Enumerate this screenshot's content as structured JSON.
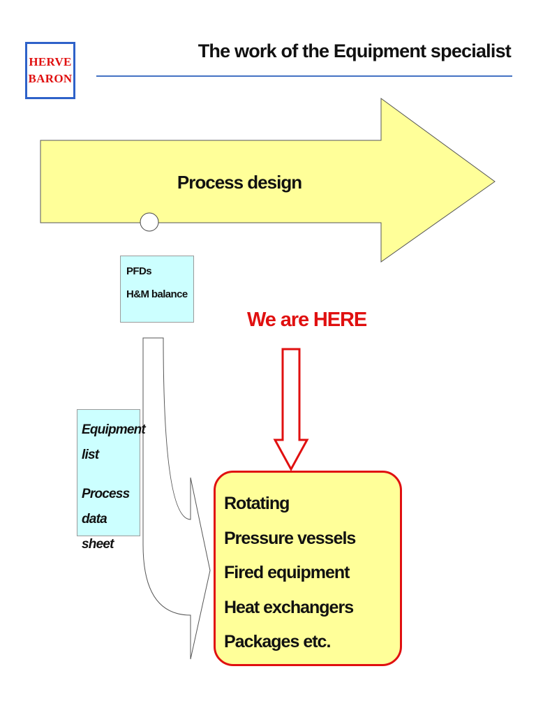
{
  "logo": {
    "line1": "HERVE",
    "line2": "BARON"
  },
  "slide": {
    "title": "The work of the Equipment specialist"
  },
  "process_arrow": {
    "label": "Process design"
  },
  "pfd_box": {
    "items": [
      "PFDs",
      "H&M balance"
    ]
  },
  "equipment_docs_box": {
    "items": [
      "Equipment list",
      "Process data sheet"
    ]
  },
  "marker": {
    "label": "We are HERE"
  },
  "equipment_types": {
    "items": [
      "Rotating",
      "Pressure vessels",
      "Fired equipment",
      "Heat exchangers",
      "Packages etc."
    ]
  },
  "colors": {
    "arrow_fill": "#ffff99",
    "doc_box_fill": "#ccffff",
    "highlight": "#e01010",
    "accent_line": "#4472c4",
    "logo_border": "#2e62c9"
  }
}
